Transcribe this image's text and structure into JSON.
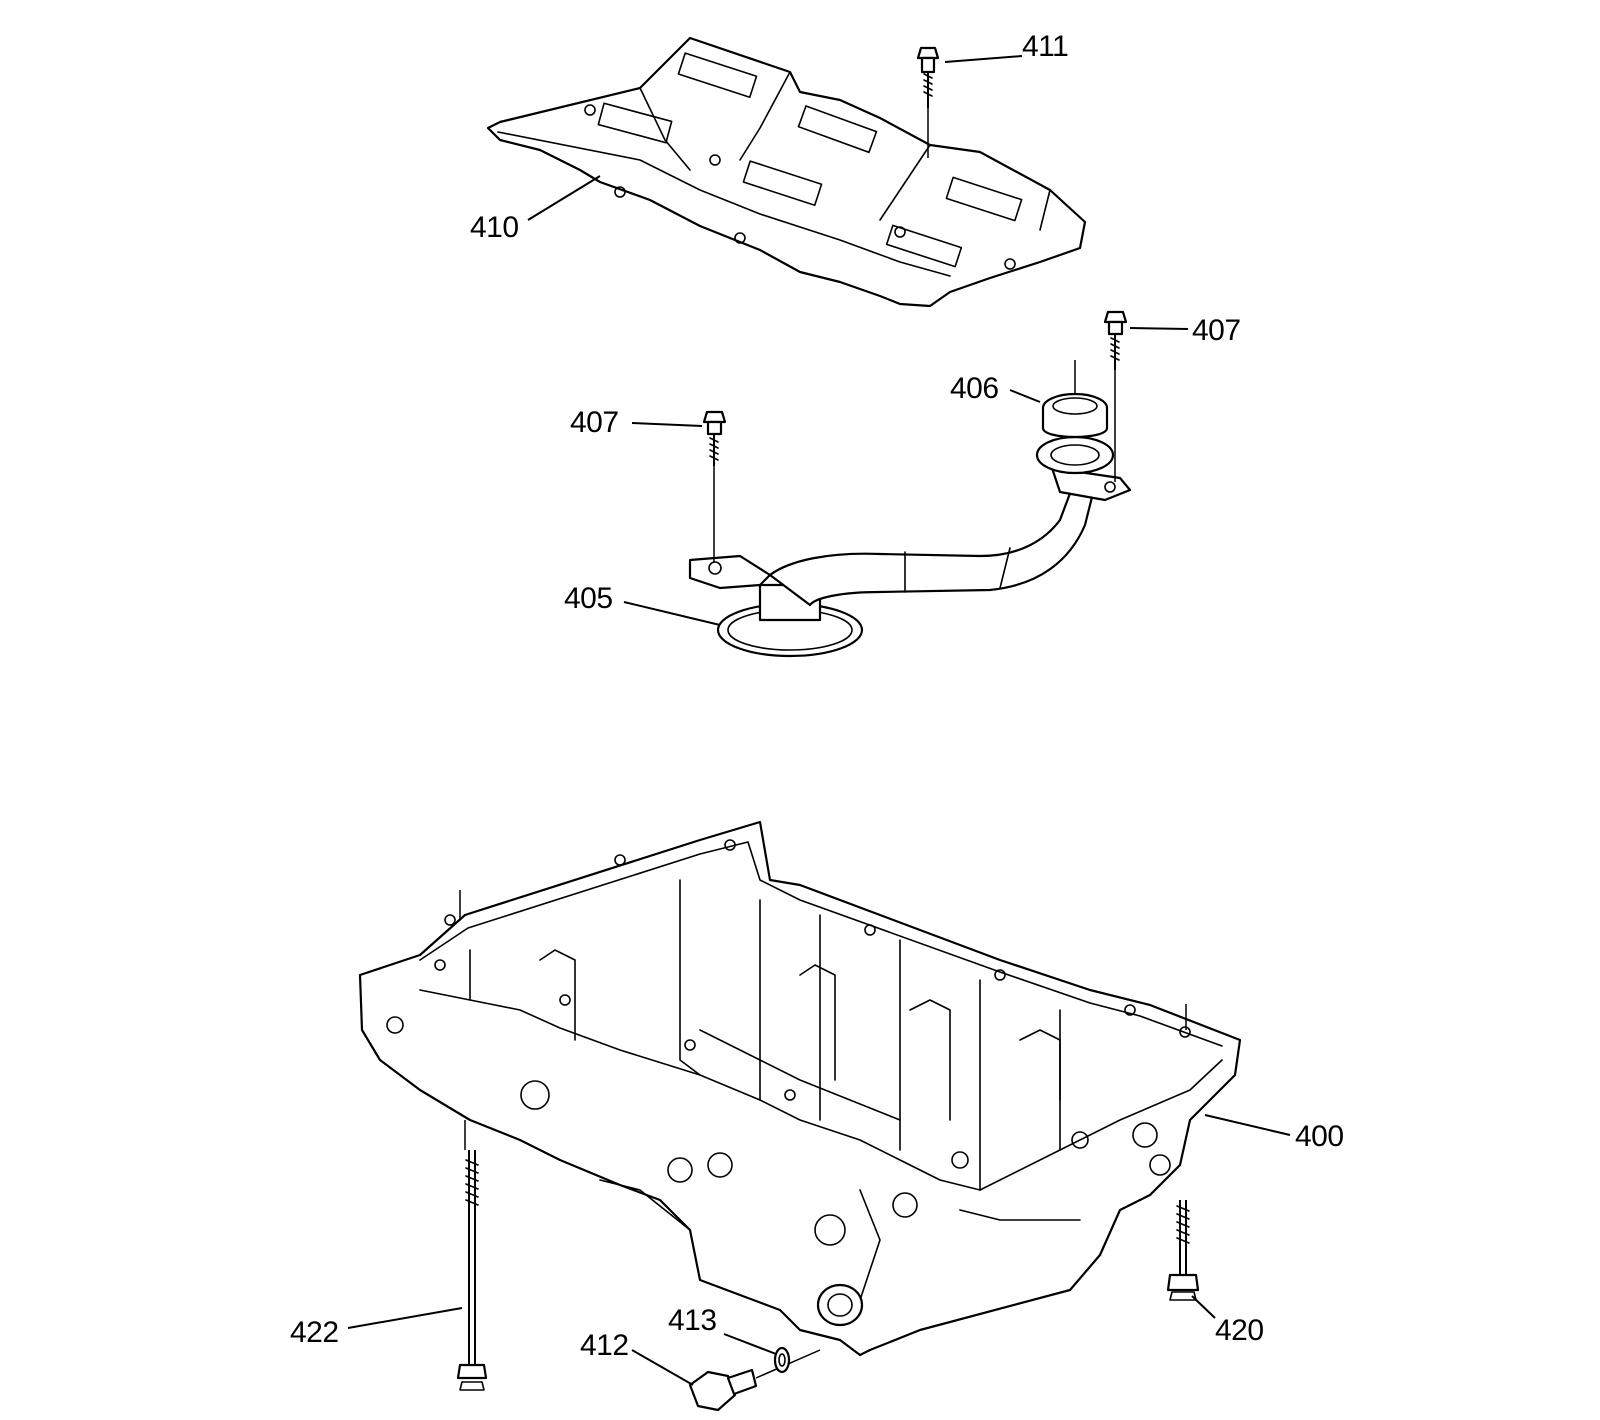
{
  "callouts": {
    "c400": "400",
    "c405": "405",
    "c406": "406",
    "c407a": "407",
    "c407b": "407",
    "c410": "410",
    "c411": "411",
    "c412": "412",
    "c413": "413",
    "c420": "420",
    "c422": "422"
  }
}
